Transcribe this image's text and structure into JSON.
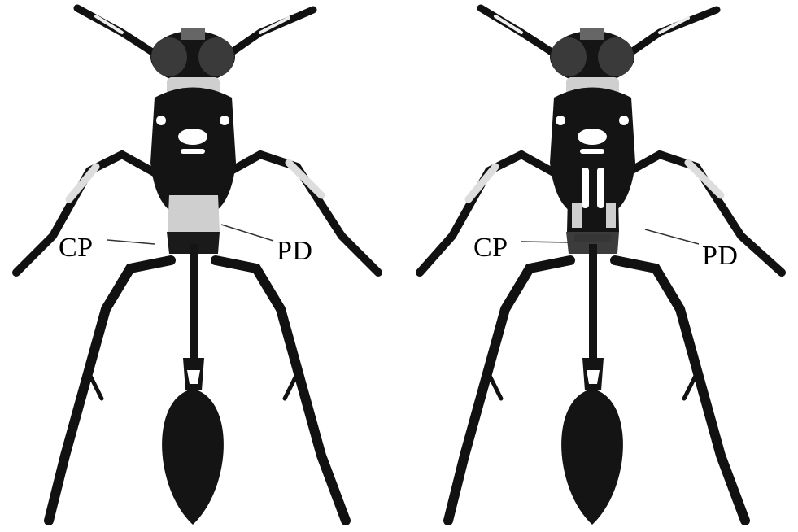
{
  "figure": {
    "panels": [
      {
        "cp_label": "CP",
        "pd_label": "PD"
      },
      {
        "cp_label": "CP",
        "pd_label": "PD"
      }
    ]
  }
}
